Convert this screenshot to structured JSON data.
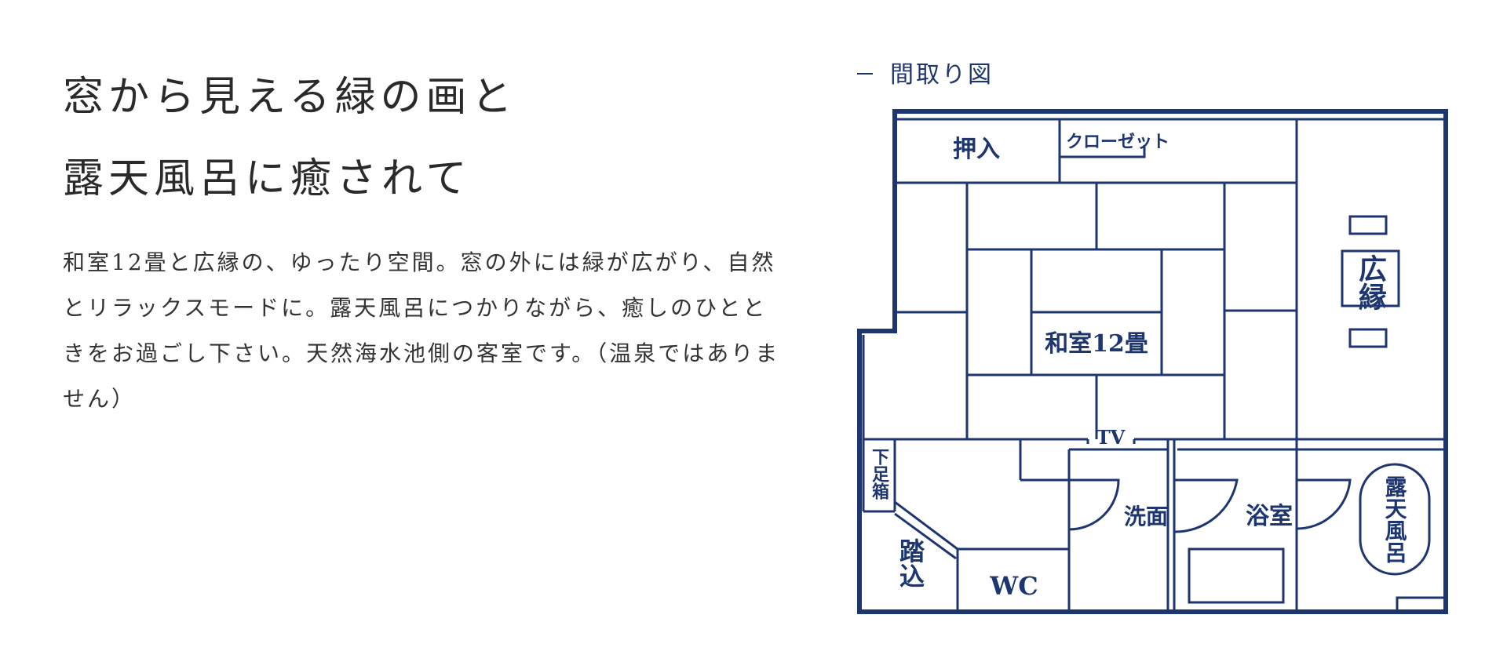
{
  "headline": {
    "line1": "窓から見える緑の画と",
    "line2": "露天風呂に癒されて"
  },
  "description": "和室12畳と広縁の、ゆったり空間。窓の外には緑が広がり、自然とリラックスモードに。露天風呂につかりながら、癒しのひとときをお過ごし下さい。天然海水池側の客室です。（温泉ではありません）",
  "floor_plan": {
    "caption": "間取り図",
    "line_color": "#1e3670",
    "rooms": {
      "oshiire": "押入",
      "closet": "クローゼット",
      "washitsu": "和室12畳",
      "hiroen": "広縁",
      "tv": "TV",
      "getabako": "下足箱",
      "fumikomi": "踏込",
      "wc": "WC",
      "senmen": "洗面",
      "yokushitsu": "浴室",
      "rotenburo": "露天風呂"
    }
  }
}
